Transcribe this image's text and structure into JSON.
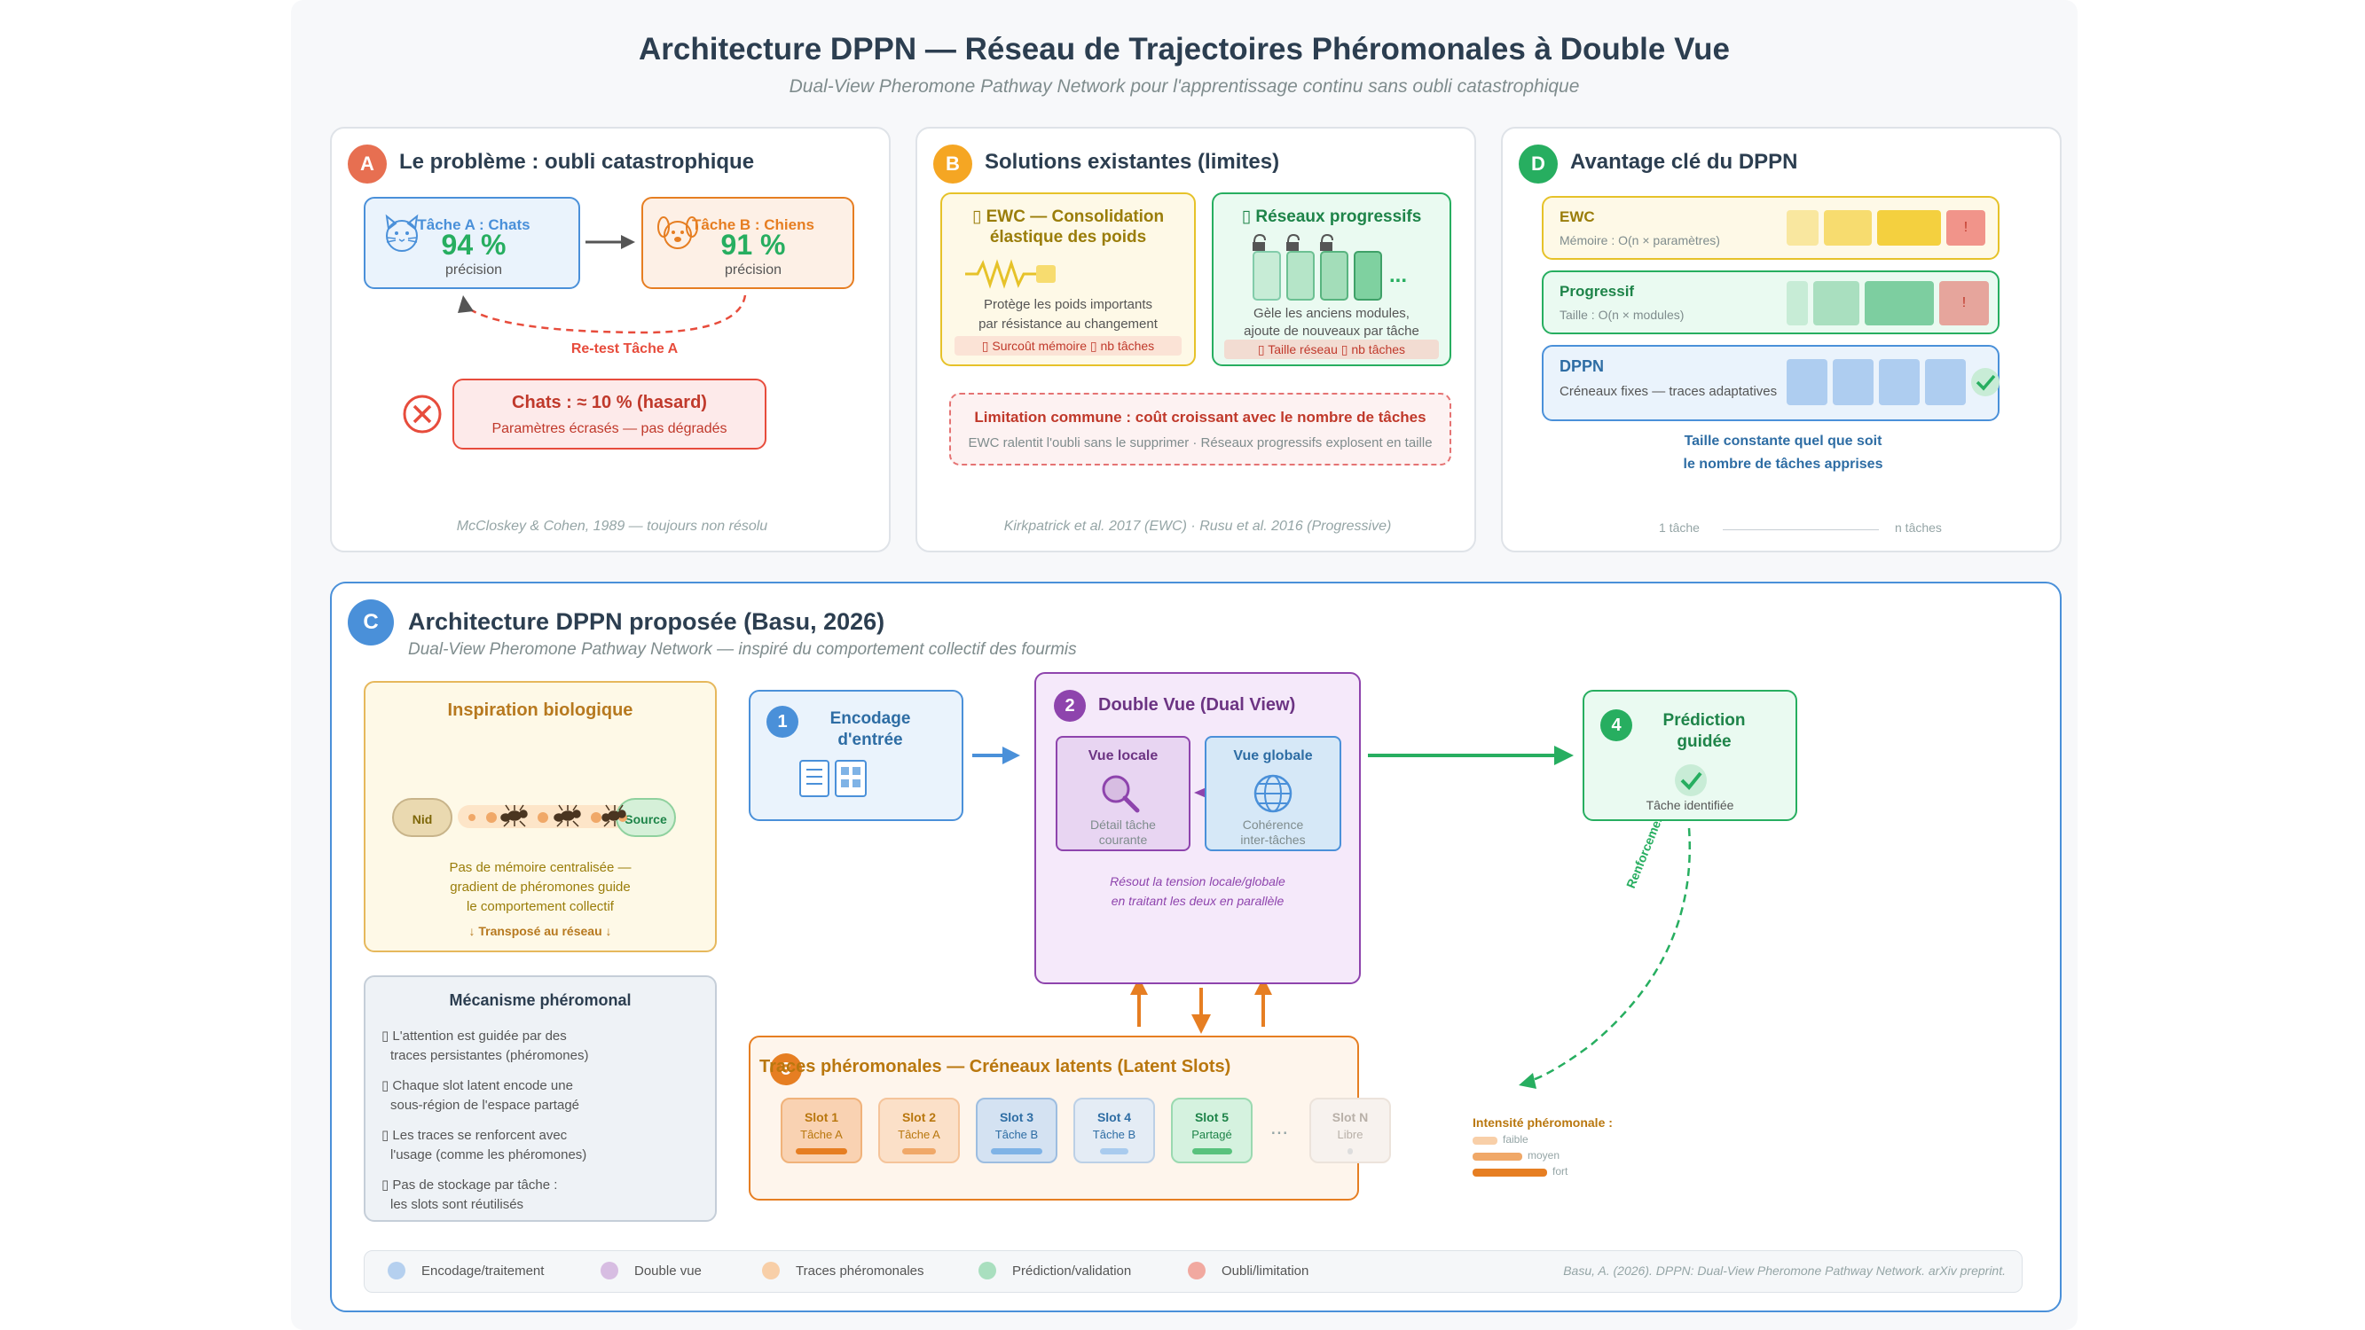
{
  "title": "Architecture DPPN — Réseau de Trajectoires Phéromonales à Double Vue",
  "subtitle": "Dual-View Pheromone Pathway Network pour l'apprentissage continu sans oubli catastrophique",
  "colors": {
    "red": "#e74c3c",
    "orange": "#f39c12",
    "green": "#27ae60",
    "blue": "#4a90d9",
    "purple": "#8e44ad",
    "pheromone": "#e67e22"
  },
  "panel_a": {
    "badge": "A",
    "title": "Le problème : oubli catastrophique",
    "task_a": {
      "label": "Tâche A : Chats",
      "value": "94 %",
      "caption": "précision",
      "icon": "cat-icon"
    },
    "task_b": {
      "label": "Tâche B : Chiens",
      "value": "91 %",
      "caption": "précision",
      "icon": "dog-icon"
    },
    "retest": "Re-test Tâche A",
    "result_title": "Chats : ≈ 10 % (hasard)",
    "result_sub": "Paramètres écrasés — pas dégradés",
    "cite": "McCloskey & Cohen, 1989 — toujours non résolu"
  },
  "panel_b": {
    "badge": "B",
    "title": "Solutions existantes (limites)",
    "ewc": {
      "title_l1": "▯ EWC — Consolidation",
      "title_l2": "élastique des poids",
      "desc_l1": "Protège les poids importants",
      "desc_l2": "par résistance au changement",
      "cost": "▯ Surcoût mémoire ▯ nb tâches"
    },
    "prog": {
      "title": "▯ Réseaux progressifs",
      "dots": "...",
      "desc_l1": "Gèle les anciens modules,",
      "desc_l2": "ajoute de nouveaux par tâche",
      "cost": "▯ Taille réseau ▯ nb tâches"
    },
    "limit_title": "Limitation commune : coût croissant avec le nombre de tâches",
    "limit_sub": "EWC ralentit l'oubli sans le supprimer · Réseaux progressifs explosent en taille",
    "cite": "Kirkpatrick et al. 2017 (EWC) · Rusu et al. 2016 (Progressive)"
  },
  "panel_d": {
    "badge": "D",
    "title": "Avantage clé du DPPN",
    "rows": [
      {
        "name": "EWC",
        "desc": "Mémoire : O(n × paramètres)",
        "warn": "!"
      },
      {
        "name": "Progressif",
        "desc": "Taille : O(n × modules)",
        "warn": "!"
      },
      {
        "name": "DPPN",
        "desc": "Créneaux fixes — traces adaptatives"
      }
    ],
    "conclusion_l1": "Taille constante quel que soit",
    "conclusion_l2": "le nombre de tâches apprises",
    "axis_start": "1 tâche",
    "axis_end": "n tâches"
  },
  "panel_c": {
    "badge": "C",
    "title": "Architecture DPPN proposée (Basu, 2026)",
    "subtitle": "Dual-View Pheromone Pathway Network — inspiré du comportement collectif des fourmis",
    "bio": {
      "title": "Inspiration biologique",
      "nest": "Nid",
      "source": "Source",
      "desc_l1": "Pas de mémoire centralisée —",
      "desc_l2": "gradient de phéromones guide",
      "desc_l3": "le comportement collectif",
      "transpose": "↓ Transposé au réseau ↓"
    },
    "mech": {
      "title": "Mécanisme phéromonal",
      "items": [
        [
          "▯ L'attention est guidée par des",
          "traces persistantes (phéromones)"
        ],
        [
          "▯ Chaque slot latent encode une",
          "sous-région de l'espace partagé"
        ],
        [
          "▯ Les traces se renforcent avec",
          "l'usage (comme les phéromones)"
        ],
        [
          "▯ Pas de stockage par tâche :",
          "les slots sont réutilisés"
        ]
      ]
    },
    "enc": {
      "num": "1",
      "title_l1": "Encodage",
      "title_l2": "d'entrée"
    },
    "dual": {
      "num": "2",
      "title": "Double Vue (Dual View)",
      "local_title": "Vue locale",
      "local_l1": "Détail tâche",
      "local_l2": "courante",
      "global_title": "Vue globale",
      "global_l1": "Cohérence",
      "global_l2": "inter-tâches",
      "note_l1": "Résout la tension locale/globale",
      "note_l2": "en traitant les deux en parallèle"
    },
    "pred": {
      "num": "4",
      "title_l1": "Prédiction",
      "title_l2": "guidée",
      "caption": "Tâche identifiée"
    },
    "reinforce": "Renforcement",
    "traces": {
      "num": "3",
      "title": "Traces phéromonales — Créneaux latents (Latent Slots)",
      "dots": "...",
      "slots": [
        {
          "name": "Slot 1",
          "task": "Tâche A",
          "strength": 0.9
        },
        {
          "name": "Slot 2",
          "task": "Tâche A",
          "strength": 0.6
        },
        {
          "name": "Slot 3",
          "task": "Tâche B",
          "strength": 0.9
        },
        {
          "name": "Slot 4",
          "task": "Tâche B",
          "strength": 0.5
        },
        {
          "name": "Slot 5",
          "task": "Partagé",
          "strength": 0.7
        },
        {
          "name": "Slot N",
          "task": "Libre",
          "strength": 0.1
        }
      ],
      "intensity_title": "Intensité phéromonale :",
      "intensity": [
        "faible",
        "moyen",
        "fort"
      ]
    }
  },
  "legend": [
    "Encodage/traitement",
    "Double vue",
    "Traces phéromonales",
    "Prédiction/validation",
    "Oubli/limitation"
  ],
  "reference": "Basu, A. (2026). DPPN: Dual-View Pheromone Pathway Network. arXiv preprint."
}
